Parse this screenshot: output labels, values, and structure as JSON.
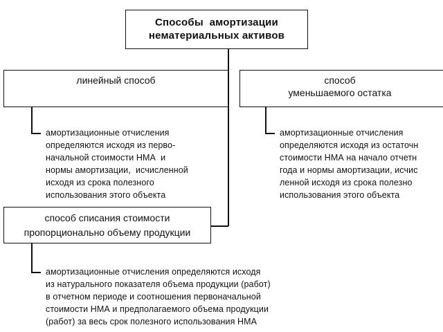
{
  "title": "Способы  амортизации\nнематериальных активов",
  "methods": {
    "linear": {
      "label": "линейный способ",
      "description": "амортизационные отчисления\nопределяются исходя из перво-\nначальной стоимости НМА  и\nнормы амортизации,  исчисленной\nисходя из срока полезного\nиспользования этого объекта"
    },
    "reducing_balance": {
      "label": "способ\nуменьшаемого остатка",
      "description": "амортизационные отчисления\nопределяются исходя из остаточн\nстоимости НМА на начало отчетн\nгода и нормы амортизации, исчис\nленной исходя из срока полезно\nиспользования этого объекта"
    },
    "proportional": {
      "label": "способ списания стоимости\nпропорционально объему продукции",
      "description": "амортизационные отчисления определяются исходя\nиз натурального показателя объема продукции (работ)\nв отчетном периоде и соотношения первоначальной\nстоимости НМА и предполагаемого объема продукции\n(работ) за весь срок полезного использования НМА"
    }
  }
}
